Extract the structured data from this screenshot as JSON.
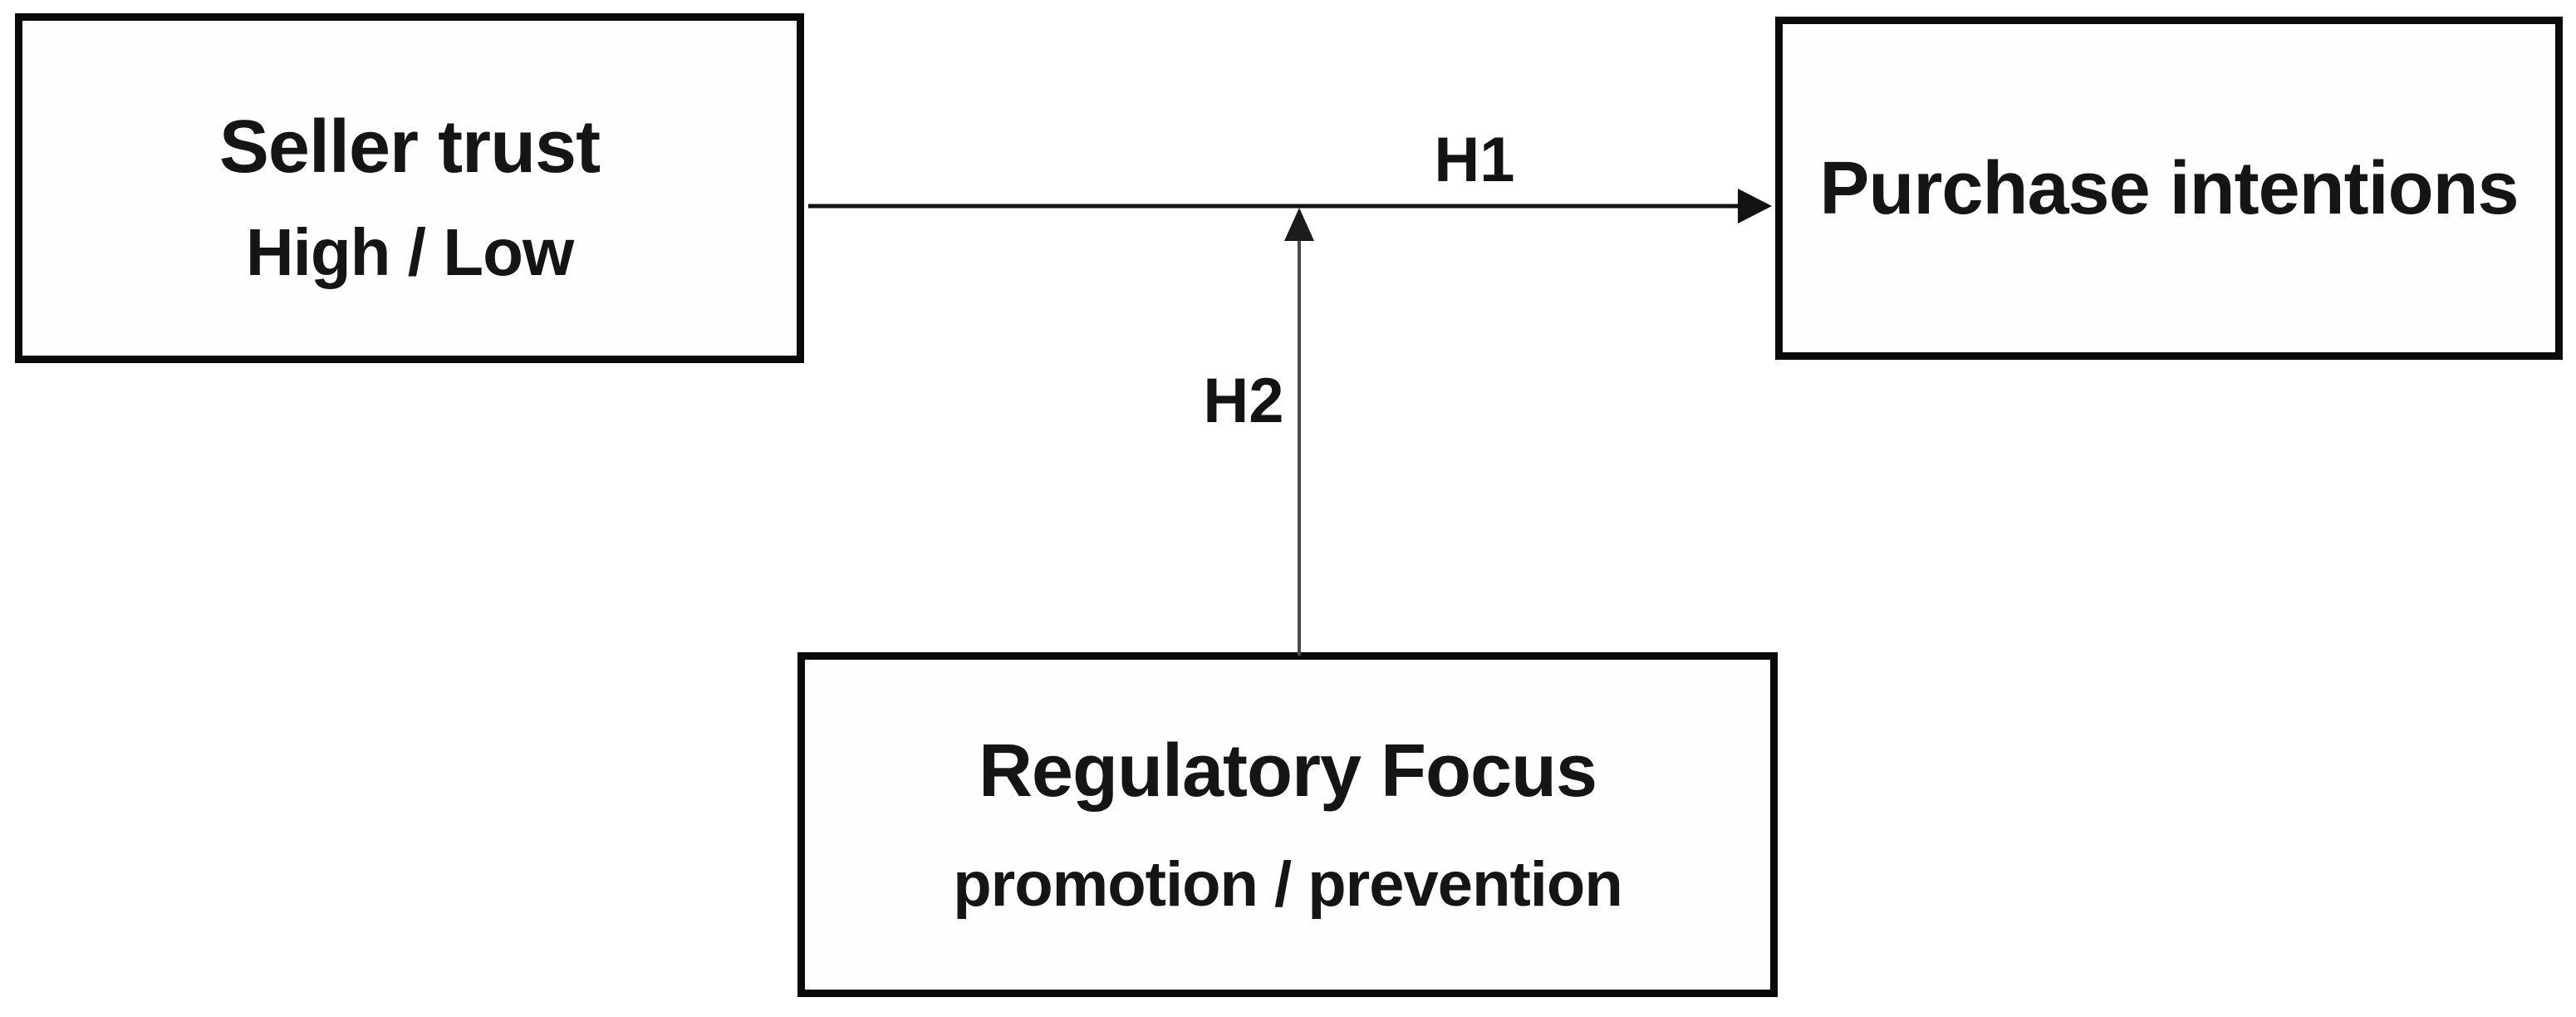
{
  "diagram": {
    "type": "conceptual-research-model",
    "colors": {
      "background": "#ffffff",
      "box_border": "#0a0a0a",
      "text": "#151515",
      "h1_arrow": "#131313",
      "h2_arrow_shaft": "#4a4a4a",
      "h2_arrow_head": "#1c1c1c"
    },
    "boxes": {
      "seller_trust": {
        "title": "Seller trust",
        "subtitle": "High / Low"
      },
      "purchase_intentions": {
        "title": "Purchase intentions"
      },
      "regulatory_focus": {
        "title": "Regulatory Focus",
        "subtitle": "promotion / prevention"
      }
    },
    "arrows": {
      "h1": {
        "label": "H1",
        "from": "seller_trust",
        "to": "purchase_intentions",
        "direction": "horizontal-right"
      },
      "h2": {
        "label": "H2",
        "from": "regulatory_focus",
        "to": "h1_arrow_line",
        "direction": "vertical-up",
        "role": "moderator"
      }
    }
  }
}
